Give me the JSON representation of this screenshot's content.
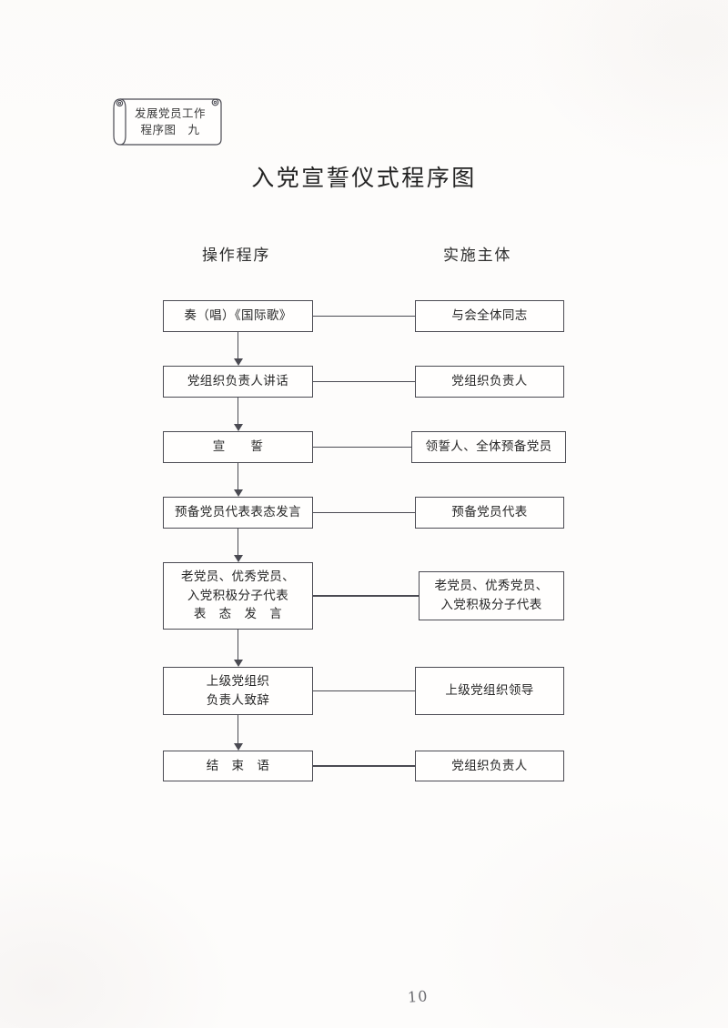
{
  "banner": {
    "lines": [
      "发展党员工作",
      "程序图　九"
    ]
  },
  "title": "入党宣誓仪式程序图",
  "headers": {
    "left": "操作程序",
    "right": "实施主体"
  },
  "page_number": "10",
  "chart_data": {
    "type": "diagram",
    "title": "入党宣誓仪式程序图",
    "columns": [
      "操作程序",
      "实施主体"
    ],
    "rows": [
      {
        "step": 1,
        "procedure": [
          "奏（唱）《国际歌》"
        ],
        "actor": [
          "与会全体同志"
        ]
      },
      {
        "step": 2,
        "procedure": [
          "党组织负责人讲话"
        ],
        "actor": [
          "党组织负责人"
        ]
      },
      {
        "step": 3,
        "procedure": [
          "宣　　誓"
        ],
        "actor": [
          "领誓人、全体预备党员"
        ]
      },
      {
        "step": 4,
        "procedure": [
          "预备党员代表表态发言"
        ],
        "actor": [
          "预备党员代表"
        ]
      },
      {
        "step": 5,
        "procedure": [
          "老党员、优秀党员、",
          "入党积极分子代表",
          "表　态　发　言"
        ],
        "actor": [
          "老党员、优秀党员、",
          "入党积极分子代表"
        ]
      },
      {
        "step": 6,
        "procedure": [
          "上级党组织",
          "负责人致辞"
        ],
        "actor": [
          "上级党组织领导"
        ]
      },
      {
        "step": 7,
        "procedure": [
          "结　束　语"
        ],
        "actor": [
          "党组织负责人"
        ]
      }
    ],
    "flow_direction": "top-to-bottom",
    "link_style": "horizontal line joining procedure box to actor box"
  }
}
